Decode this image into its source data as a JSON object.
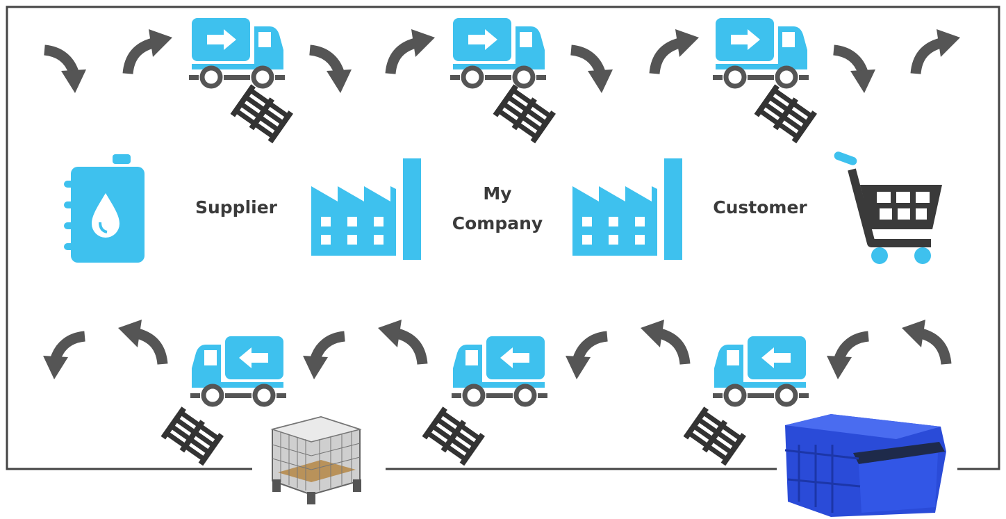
{
  "labels": {
    "supplier": "Supplier",
    "my_company_line1": "My",
    "my_company_line2": "Company",
    "customer": "Customer"
  },
  "colors": {
    "icon_blue": "#3ec1ee",
    "arrow_grey": "#555555",
    "frame_grey": "#444444",
    "text_dark": "#3a3a3a",
    "bin_blue": "#2a4bd8"
  },
  "icons": {
    "delivery_truck_top": "truck-right-icon",
    "delivery_truck_bottom": "truck-left-icon",
    "pallet": "pallet-icon",
    "oil_barrel": "oil-barrel-icon",
    "factory": "factory-icon",
    "shopping_cart": "shopping-cart-icon",
    "wire_mesh_container": "wire-mesh-container-image",
    "plastic_bin": "plastic-bin-image"
  }
}
